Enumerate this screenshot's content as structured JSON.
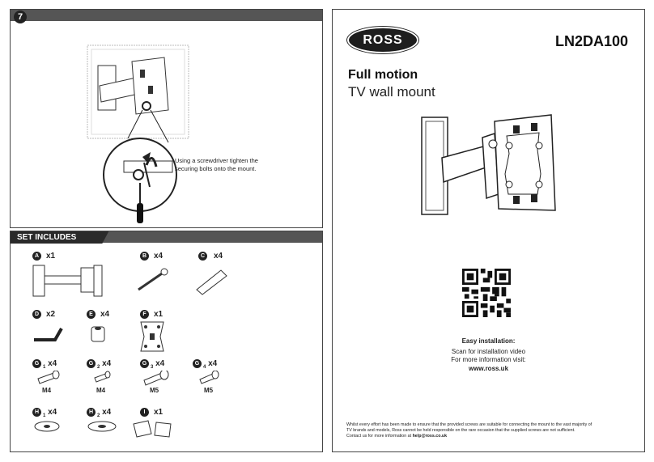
{
  "step": {
    "number": "7",
    "instruction": "Using a screwdriver tighten the securing bolts onto the mount."
  },
  "set_includes": {
    "title": "SET INCLUDES",
    "items": [
      {
        "letter": "A",
        "sub": "",
        "qty": "x1",
        "size": ""
      },
      {
        "letter": "B",
        "sub": "",
        "qty": "x4",
        "size": ""
      },
      {
        "letter": "C",
        "sub": "",
        "qty": "x4",
        "size": ""
      },
      {
        "letter": "D",
        "sub": "",
        "qty": "x2",
        "size": ""
      },
      {
        "letter": "E",
        "sub": "",
        "qty": "x4",
        "size": ""
      },
      {
        "letter": "F",
        "sub": "",
        "qty": "x1",
        "size": ""
      },
      {
        "letter": "G",
        "sub": "1",
        "qty": "x4",
        "size": "M4"
      },
      {
        "letter": "G",
        "sub": "2",
        "qty": "x4",
        "size": "M4"
      },
      {
        "letter": "G",
        "sub": "3",
        "qty": "x4",
        "size": "M5"
      },
      {
        "letter": "G",
        "sub": "4",
        "qty": "x4",
        "size": "M5"
      },
      {
        "letter": "H",
        "sub": "1",
        "qty": "x4",
        "size": ""
      },
      {
        "letter": "H",
        "sub": "2",
        "qty": "x4",
        "size": ""
      },
      {
        "letter": "I",
        "sub": "",
        "qty": "x1",
        "size": ""
      }
    ]
  },
  "cover": {
    "brand": "ROSS",
    "model": "LN2DA100",
    "title": "Full motion",
    "subtitle": "TV wall mount",
    "easy_title": "Easy installation:",
    "easy_line1": "Scan for installation video",
    "easy_line2": "For more information visit:",
    "website": "www.ross.uk",
    "disclaimer1": "Whilst every effort has been made to ensure that the provided screws are suitable for connecting the mount to the vast majority of",
    "disclaimer2": "TV brands and models, Ross cannot be held responsible on the rare occasion that the supplied screws are not sufficient.",
    "disclaimer3_prefix": "Contact us for more information at ",
    "disclaimer3_email": "help@ross.co.uk"
  },
  "colors": {
    "dark": "#222222",
    "bar": "#555555",
    "line": "#444444"
  },
  "icons": [
    "screwdriver-icon",
    "qr-code-icon",
    "brand-logo"
  ]
}
